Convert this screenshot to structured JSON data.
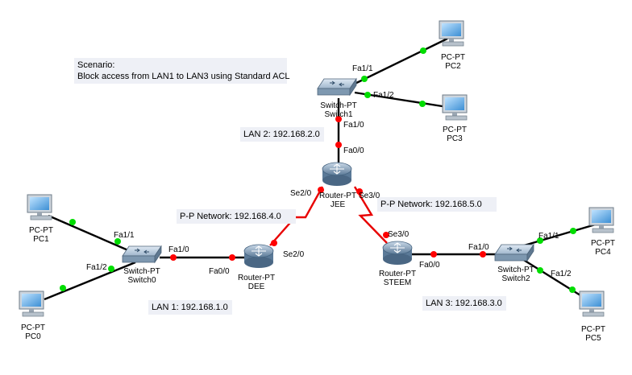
{
  "scenario": {
    "line1": "Scenario:",
    "line2": "Block access from LAN1 to LAN3 using Standard ACL"
  },
  "networks": {
    "lan1": "LAN 1:  192.168.1.0",
    "lan2": "LAN 2:  192.168.2.0",
    "lan3": "LAN 3:  192.168.3.0",
    "pp4": "P-P Network:  192.168.4.0",
    "pp5": "P-P Network:  192.168.5.0"
  },
  "devices": {
    "pc0": {
      "type": "PC-PT",
      "name": "PC0"
    },
    "pc1": {
      "type": "PC-PT",
      "name": "PC1"
    },
    "pc2": {
      "type": "PC-PT",
      "name": "PC2"
    },
    "pc3": {
      "type": "PC-PT",
      "name": "PC3"
    },
    "pc4": {
      "type": "PC-PT",
      "name": "PC4"
    },
    "pc5": {
      "type": "PC-PT",
      "name": "PC5"
    },
    "switch0": {
      "type": "Switch-PT",
      "name": "Switch0"
    },
    "switch1": {
      "type": "Switch-PT",
      "name": "Switch1"
    },
    "switch2": {
      "type": "Switch-PT",
      "name": "Switch2"
    },
    "dee": {
      "type": "Router-PT",
      "name": "DEE"
    },
    "jee": {
      "type": "Router-PT",
      "name": "JEE"
    },
    "steem": {
      "type": "Router-PT",
      "name": "STEEM"
    }
  },
  "ports": {
    "sw0_fa11": "Fa1/1",
    "sw0_fa12": "Fa1/2",
    "sw0_fa10": "Fa1/0",
    "dee_fa00": "Fa0/0",
    "dee_se20": "Se2/0",
    "jee_se20": "Se2/0",
    "jee_fa00": "Fa0/0",
    "jee_se30": "Se3/0",
    "sw1_fa10": "Fa1/0",
    "sw1_fa11": "Fa1/1",
    "sw1_fa12": "Fa1/2",
    "steem_se30": "Se3/0",
    "steem_fa00": "Fa0/0",
    "sw2_fa10": "Fa1/0",
    "sw2_fa11": "Fa1/1",
    "sw2_fa12": "Fa1/2"
  },
  "colors": {
    "link_up": "#00dd00",
    "link_down": "#ff0000",
    "serial_link": "#ff0000",
    "ethernet_link": "#000000",
    "note_bg": "#eef0f6"
  }
}
